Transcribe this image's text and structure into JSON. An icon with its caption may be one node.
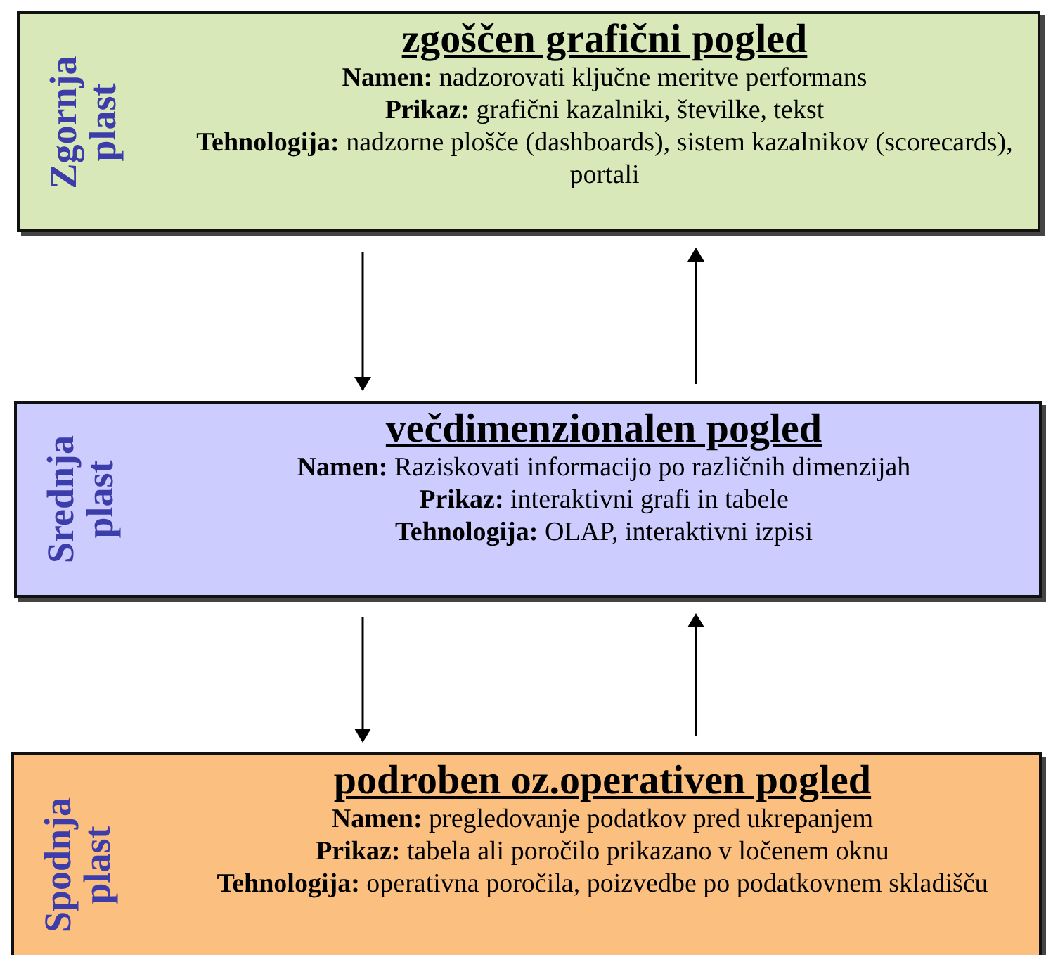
{
  "diagram": {
    "nodes": [
      {
        "text": [
          "Zgornja plast",
          "zgoščen grafični pogled",
          "**Namen:** nadzorovati ključne meritve performans",
          "**Prikaz:** grafični kazalniki, številke, tekst",
          "**Tehnologija:** nadzorne plošče (dashboards), sistem kazalnikov (scorecards), portali"
        ]
      },
      {
        "text": [
          "Srednja plast",
          "večdimenzionalen pogled",
          "**Namen:** Raziskovati informacijo po različnih dimenzijah",
          "**Prikaz:** interaktivni grafi in tabele",
          "**Tehnologija:** OLAP, interaktivni izpisi"
        ]
      },
      {
        "text": [
          "Spodnja plast",
          "podroben oz.operativen pogled",
          "**Namen:** pregledovanje podatkov pred ukrepanjem",
          "**Prikaz:** tabela ali poročilo prikazano v ločenem oknu",
          "**Tehnologija:** operativna poročila, poizvedbe po podatkovnem skladišču"
        ]
      }
    ],
    "edges": [
      {
        "from": 0,
        "to": 1,
        "arrow": "to"
      },
      {
        "from": 1,
        "to": 0,
        "arrow": "to"
      },
      {
        "from": 1,
        "to": 2,
        "arrow": "to"
      },
      {
        "from": 2,
        "to": 1,
        "arrow": "to"
      }
    ]
  }
}
